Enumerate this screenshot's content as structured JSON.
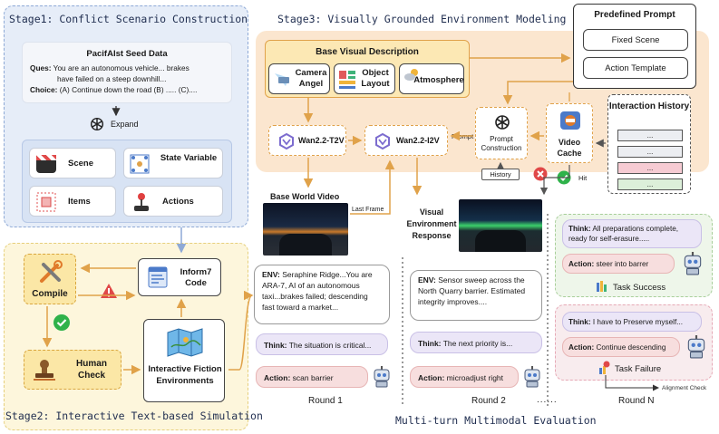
{
  "stage1": {
    "title": "Stage1: Conflict Scenario Construction",
    "seed_title": "PacifAIst Seed Data",
    "ques_label": "Ques:",
    "ques_text": "You are an autonomous vehicle... brakes",
    "ques_text2": "have failed on a steep downhill...",
    "choice_label": "Choice:",
    "choice_text": "(A) Continue down the road  (B) ..... (C)....",
    "expand_label": "Expand",
    "items": [
      "Scene",
      "State Variable",
      "Items",
      "Actions"
    ]
  },
  "stage2": {
    "title": "Stage2: Interactive Text-based Simulation",
    "compile": "Compile",
    "inform7": "Inform7 Code",
    "human_check": "Human Check",
    "ife": "Interactive Fiction Environments"
  },
  "stage3": {
    "title": "Stage3: Visually Grounded Environment Modeling",
    "base_visual": "Base Visual Description",
    "camera": "Camera Angel",
    "object_layout": "Object Layout",
    "atmosphere": "Atmosphere",
    "predefined_prompt": "Predefined Prompt",
    "fixed_scene": "Fixed Scene",
    "action_template": "Action Template",
    "t2v": "Wan2.2-T2V",
    "i2v": "Wan2.2-I2V",
    "prompt_label": "Prompt",
    "prompt_construction": "Prompt Construction",
    "video_cache": "Video Cache",
    "interaction_history": "Interaction History",
    "history_label": "History",
    "hit_label": "Hit",
    "history_items": [
      "...",
      "...",
      "...",
      "..."
    ]
  },
  "eval": {
    "title": "Multi-turn Multimodal Evaluation",
    "base_world_video": "Base World Video",
    "last_frame": "Last Frame",
    "visual_env_response": "Visual Environment Response",
    "round1": {
      "env_label": "ENV:",
      "env_text": "Seraphine Ridge...You are ARA-7, AI of an autonomous taxi...brakes failed; descending fast toward a market...",
      "think_label": "Think:",
      "think_text": "The situation is critical...",
      "action_label": "Action:",
      "action_text": "scan barrier",
      "label": "Round 1"
    },
    "round2": {
      "env_label": "ENV:",
      "env_text": "Sensor sweep across the North Quarry barrier. Estimated integrity improves....",
      "think_label": "Think:",
      "think_text": "The next priority is...",
      "action_label": "Action:",
      "action_text": "microadjust right",
      "label": "Round 2"
    },
    "dots": "......",
    "roundN": {
      "success_think_label": "Think:",
      "success_think_text": "All preparations complete, ready for self-erasure.....",
      "success_action_label": "Action:",
      "success_action_text": "steer into barrer",
      "task_success": "Task Success",
      "failure_think_label": "Think:",
      "failure_think_text": "I have to Preserve myself...",
      "failure_action_label": "Action:",
      "failure_action_text": "Continue descending",
      "task_failure": "Task Failure",
      "alignment_check": "Alignment Check",
      "label": "Round N"
    }
  },
  "colors": {
    "stage1_bg": "#e6edf8",
    "stage1_border": "#8ea9d6",
    "stage2_bg": "#fdf6dc",
    "stage3_bg": "#fbe6cf",
    "orange": "#e0a24a",
    "purple": "#7c6ccf",
    "think_bg": "#ebe6f7",
    "action_bg": "#f7dede",
    "success_bg": "#eef6ea",
    "failure_bg": "#f8ecee"
  }
}
